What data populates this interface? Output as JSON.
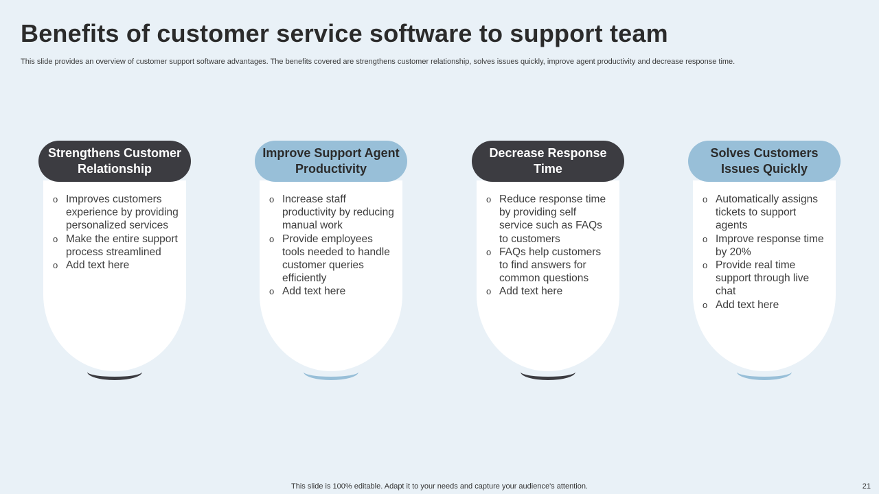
{
  "slide": {
    "title": "Benefits of customer service software to support team",
    "subtitle": "This slide provides an overview of customer support software advantages. The benefits covered are strengthens customer relationship, solves issues quickly, improve agent productivity and decrease response time.",
    "footer": "This slide is 100% editable. Adapt it to your needs and capture your audience's attention.",
    "page_number": "21",
    "bullet_glyph": "o"
  },
  "colors": {
    "background": "#e9f1f7",
    "dark": "#3c3c41",
    "light": "#98bfd8",
    "card": "#ffffff"
  },
  "cards": [
    {
      "heading": "Strengthens Customer Relationship",
      "style": "dark",
      "items": [
        "Improves customers experience by providing personalized services",
        "Make the entire support process streamlined",
        "Add text here"
      ]
    },
    {
      "heading": "Improve Support Agent Productivity",
      "style": "light",
      "items": [
        "Increase staff productivity by reducing manual work",
        "Provide employees tools needed to handle customer queries efficiently",
        "Add text here"
      ]
    },
    {
      "heading": "Decrease Response Time",
      "style": "dark",
      "items": [
        "Reduce response time by providing self service such as FAQs to customers",
        "FAQs help customers to find answers for common questions",
        "Add text here"
      ]
    },
    {
      "heading": "Solves Customers Issues Quickly",
      "style": "light",
      "items": [
        "Automatically assigns tickets to support agents",
        "Improve response time by 20%",
        "Provide real time support through live chat",
        "Add text here"
      ]
    }
  ]
}
